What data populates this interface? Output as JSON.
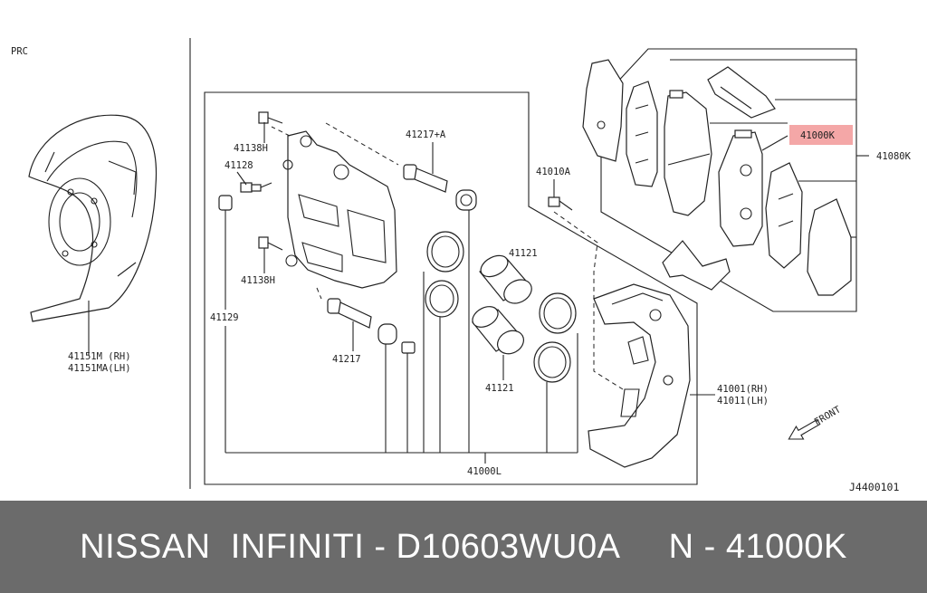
{
  "corner_label": "PRC",
  "diagram_code": "J4400101",
  "callouts": {
    "c41138h_top": "41138H",
    "c41128": "41128",
    "c41138h_mid": "41138H",
    "c41129": "41129",
    "c41217a": "41217+A",
    "c41217": "41217",
    "c41010a": "41010A",
    "c41121_top": "41121",
    "c41121_bot": "41121",
    "c41000l": "41000L",
    "c41000k": "41000K",
    "c41080k": "41080K",
    "shield_rh": "41151M (RH)",
    "shield_lh": "41151MA(LH)",
    "caliper_rh": "41001(RH)",
    "caliper_lh": "41011(LH)",
    "front": "FRONT"
  },
  "highlight_color": "#f4a7a7",
  "caption": {
    "text": "NISSAN  INFINITI - D10603WU0A     N - 41000K",
    "background": "#6b6b6b"
  }
}
